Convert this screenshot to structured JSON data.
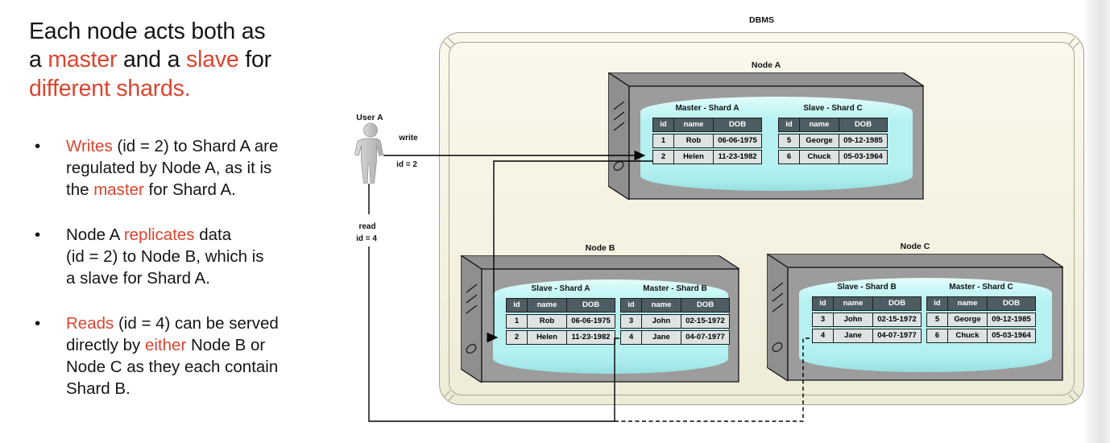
{
  "intro": {
    "title": [
      {
        "t": "Each node acts both as\na "
      },
      {
        "t": "master",
        "red": true
      },
      {
        "t": " and a "
      },
      {
        "t": "slave",
        "red": true
      },
      {
        "t": " for\n"
      },
      {
        "t": "different shards.",
        "red": true
      }
    ],
    "bullets": [
      [
        {
          "t": "Writes",
          "red": true
        },
        {
          "t": " (id = 2) to Shard A are\nregulated by Node A, as it is\nthe "
        },
        {
          "t": "master",
          "red": true
        },
        {
          "t": " for Shard A."
        }
      ],
      [
        {
          "t": "Node A "
        },
        {
          "t": "replicates",
          "red": true
        },
        {
          "t": " data\n(id = 2) to Node B, which is\na slave for Shard A."
        }
      ],
      [
        {
          "t": "Reads",
          "red": true
        },
        {
          "t": " (id = 4) can be served\ndirectly by "
        },
        {
          "t": "either",
          "red": true
        },
        {
          "t": " Node B or\nNode C as they each contain\nShard B."
        }
      ]
    ]
  },
  "diagram": {
    "dbms_label": "DBMS",
    "user_label": "User A",
    "write_label": "write",
    "write_id": "id = 2",
    "read_label": "read",
    "read_id": "id = 4",
    "nodes": [
      {
        "label": "Node A",
        "tables": [
          {
            "title": "Master - Shard A",
            "headers": [
              "id",
              "name",
              "DOB"
            ],
            "rows": [
              [
                "1",
                "Rob",
                "06-06-1975"
              ],
              [
                "2",
                "Helen",
                "11-23-1982"
              ]
            ]
          },
          {
            "title": "Slave - Shard C",
            "headers": [
              "id",
              "name",
              "DOB"
            ],
            "rows": [
              [
                "5",
                "George",
                "09-12-1985"
              ],
              [
                "6",
                "Chuck",
                "05-03-1964"
              ]
            ]
          }
        ]
      },
      {
        "label": "Node B",
        "tables": [
          {
            "title": "Slave - Shard A",
            "headers": [
              "id",
              "name",
              "DOB"
            ],
            "rows": [
              [
                "1",
                "Rob",
                "06-06-1975"
              ],
              [
                "2",
                "Helen",
                "11-23-1982"
              ]
            ]
          },
          {
            "title": "Master - Shard B",
            "headers": [
              "id",
              "name",
              "DOB"
            ],
            "rows": [
              [
                "3",
                "John",
                "02-15-1972"
              ],
              [
                "4",
                "Jane",
                "04-07-1977"
              ]
            ]
          }
        ]
      },
      {
        "label": "Node C",
        "tables": [
          {
            "title": "Slave - Shard B",
            "headers": [
              "id",
              "name",
              "DOB"
            ],
            "rows": [
              [
                "3",
                "John",
                "02-15-1972"
              ],
              [
                "4",
                "Jane",
                "04-07-1977"
              ]
            ]
          },
          {
            "title": "Master - Shard C",
            "headers": [
              "id",
              "name",
              "DOB"
            ],
            "rows": [
              [
                "5",
                "George",
                "09-12-1985"
              ],
              [
                "6",
                "Chuck",
                "05-03-1964"
              ]
            ]
          }
        ]
      }
    ]
  },
  "colors": {
    "accent_red": "#d9452f",
    "dbms_fill": "#f5f2e2",
    "node_gray": "#9c9c9c",
    "cylinder_cyan": "#b6f1f1",
    "table_header_bg": "#4d5d63",
    "table_cell_bg": "#dde3e3"
  }
}
